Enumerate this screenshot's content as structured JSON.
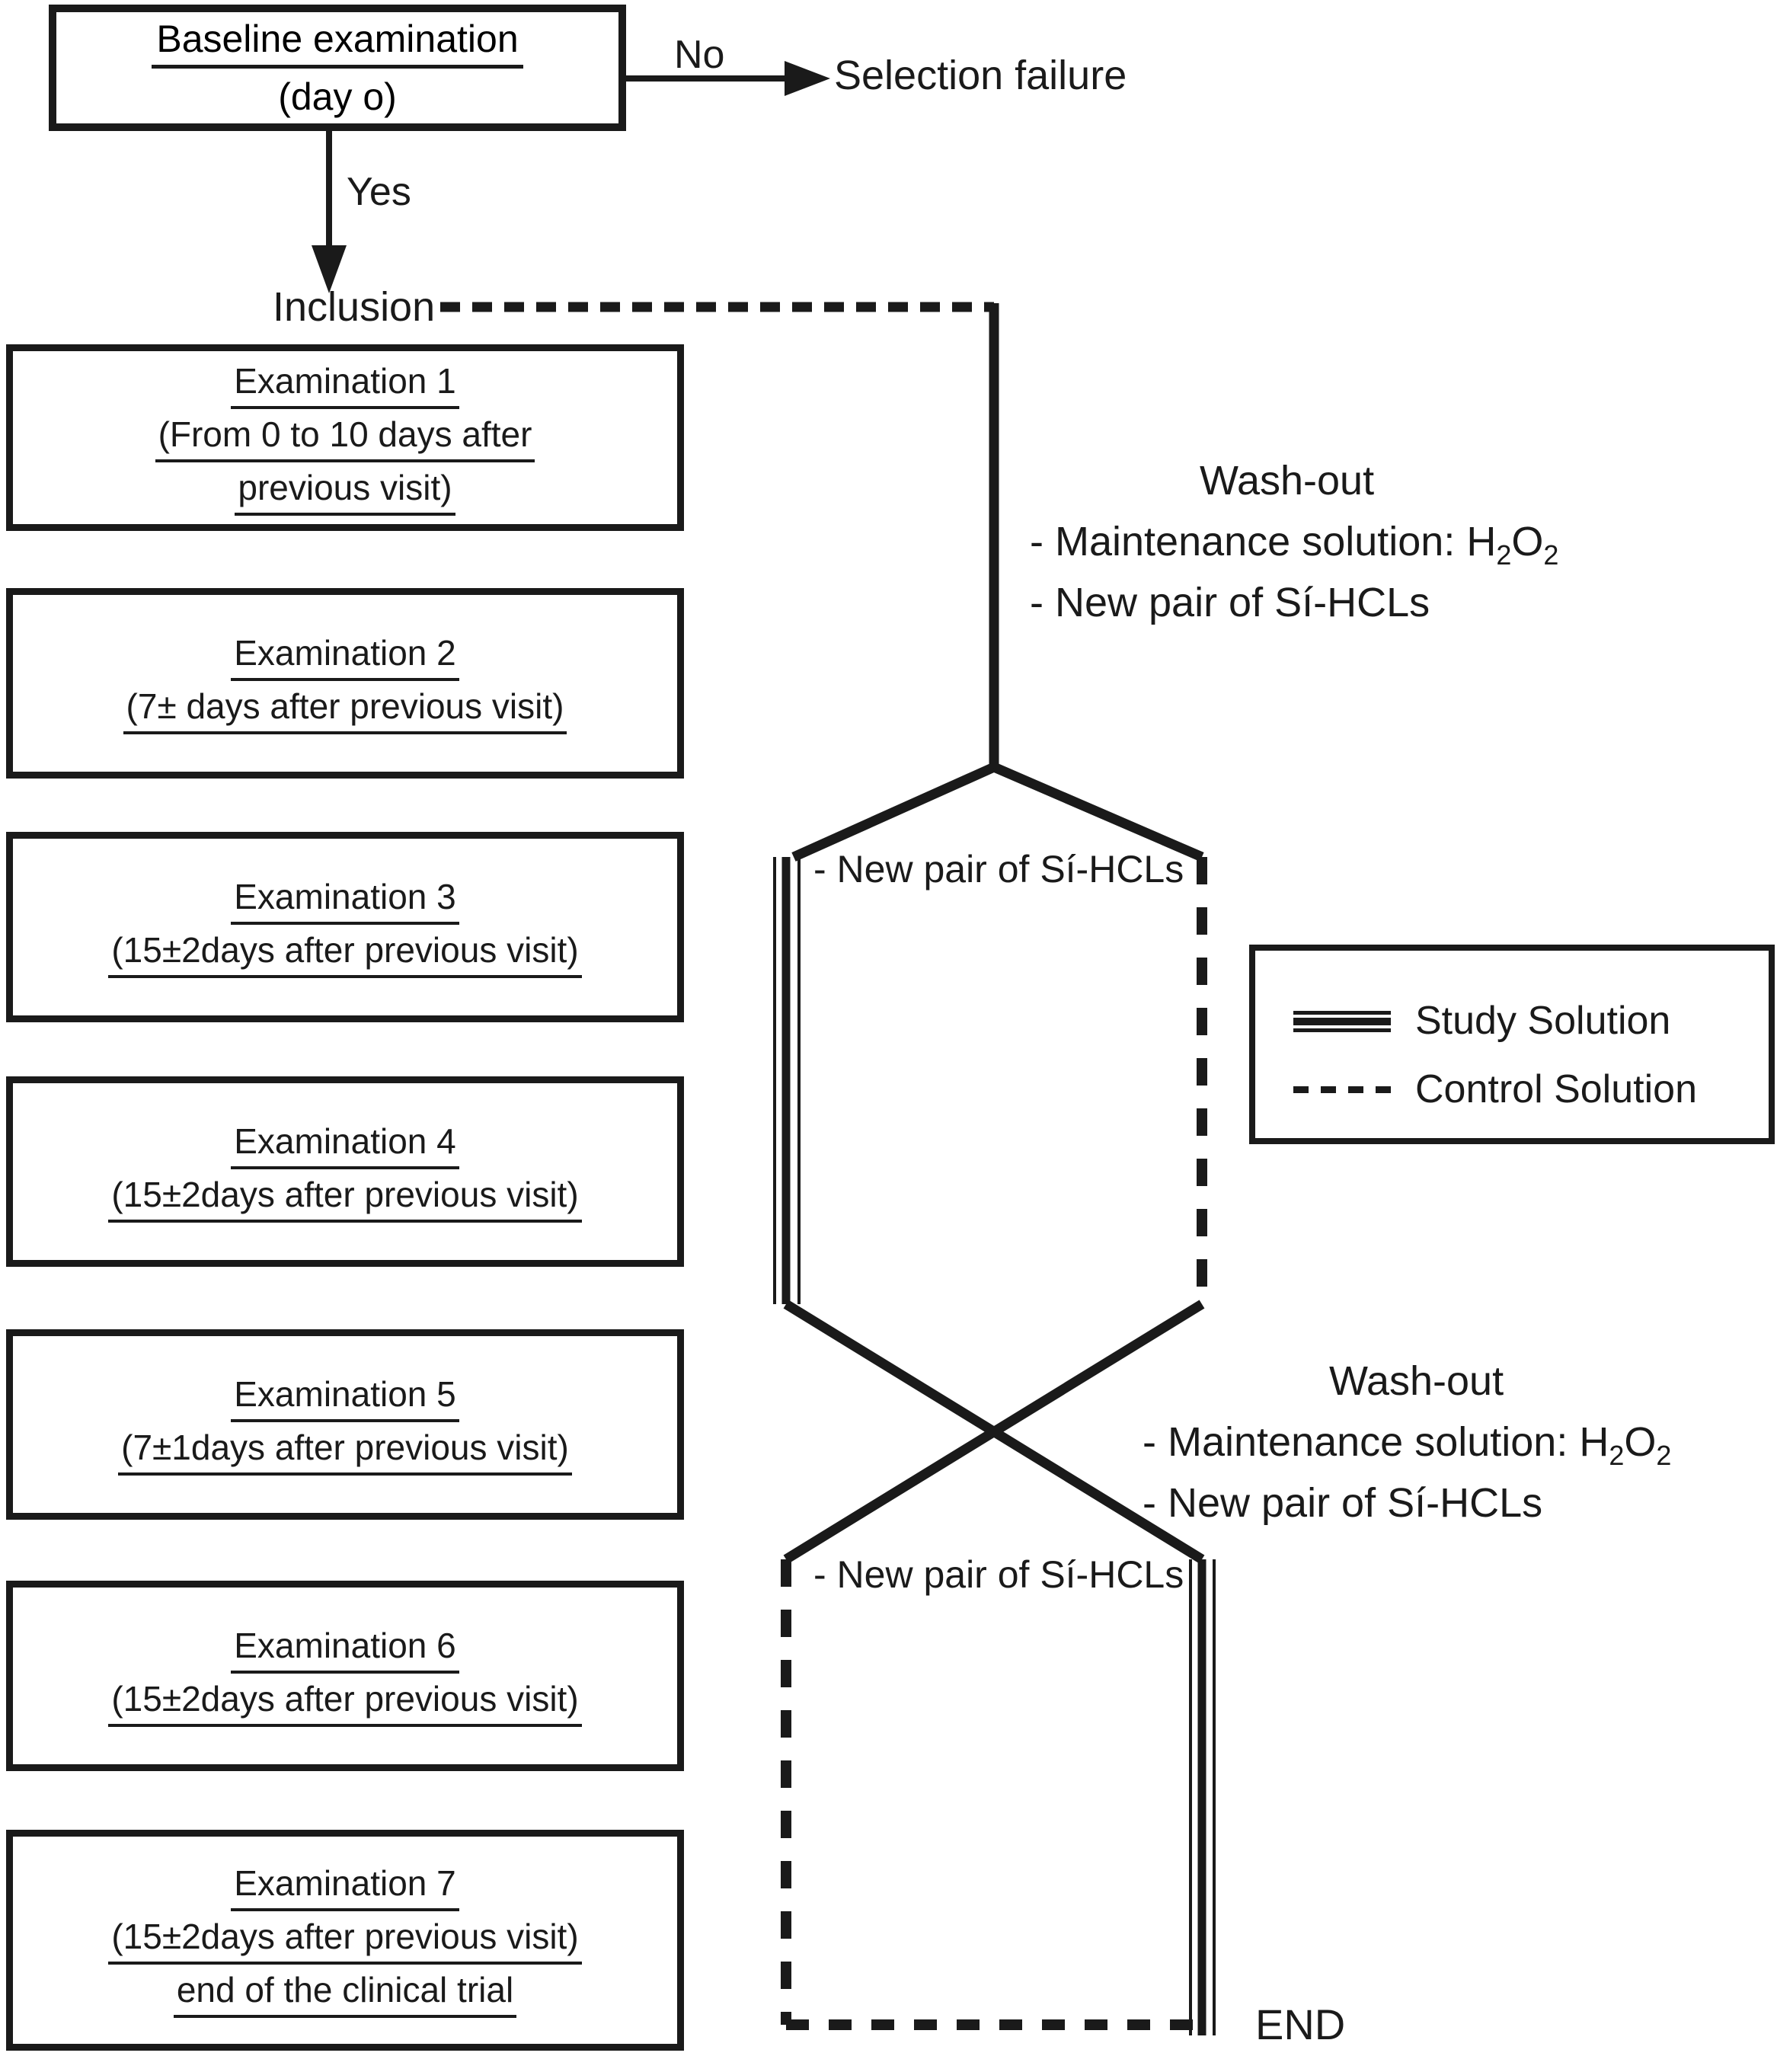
{
  "diagram": {
    "title": "Clinical trial crossover flow diagram",
    "colors": {
      "ink": "#1a1a1a",
      "paper": "#ffffff"
    }
  },
  "baseline": {
    "title": "Baseline examination",
    "subtitle": "(day o)"
  },
  "decision": {
    "no_label": "No",
    "yes_label": "Yes",
    "failure_label": "Selection failure",
    "inclusion_label": "Inclusion"
  },
  "examinations": [
    {
      "title": "Examination 1",
      "line2": "(From 0 to 10 days after",
      "line3": "previous visit)"
    },
    {
      "title": "Examination 2",
      "line2": "(7± days after previous visit)"
    },
    {
      "title": "Examination 3",
      "line2": "(15±2days after previous visit)"
    },
    {
      "title": "Examination 4",
      "line2": "(15±2days after previous visit)"
    },
    {
      "title": "Examination 5",
      "line2": "(7±1days after previous visit)"
    },
    {
      "title": "Examination 6",
      "line2": "(15±2days after previous visit)"
    },
    {
      "title": "Examination 7",
      "line2": "(15±2days after previous visit)",
      "line3": "end of the clinical trial"
    }
  ],
  "washouts": [
    {
      "heading": "Wash-out",
      "item1": "- Maintenance solution: H",
      "item1_sub1": "2",
      "item1_mid": "O",
      "item1_sub2": "2",
      "item2": "- New pair of Sí-HCLs"
    },
    {
      "heading": "Wash-out",
      "item1": "- Maintenance solution: H",
      "item1_sub1": "2",
      "item1_mid": "O",
      "item1_sub2": "2",
      "item2": "- New pair of Sí-HCLs"
    }
  ],
  "branch_labels": {
    "upper": "- New pair of Sí-HCLs",
    "lower": "- New pair of Sí-HCLs"
  },
  "legend": {
    "study": "Study Solution",
    "control": "Control Solution"
  },
  "end_label": "END"
}
